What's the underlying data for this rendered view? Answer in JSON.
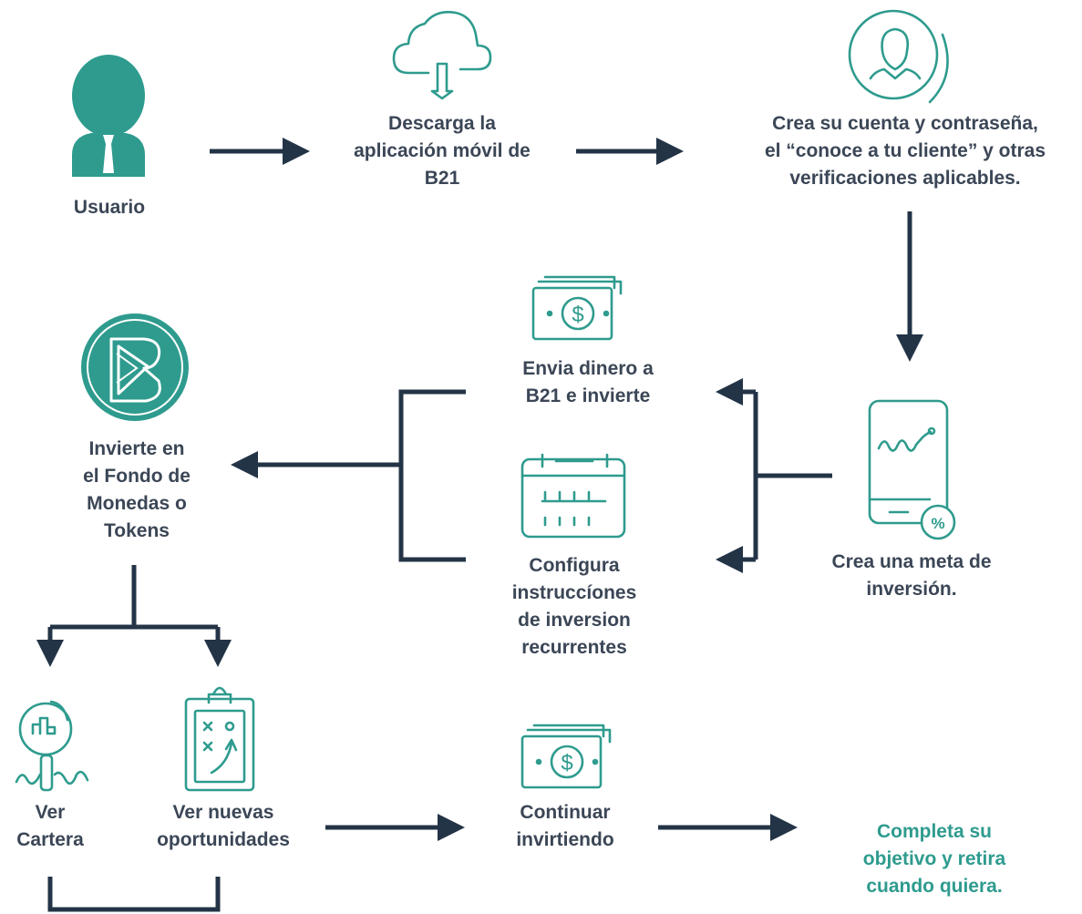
{
  "nodes": {
    "usuario": "Usuario",
    "descarga": "Descarga la\naplicación móvil de\nB21",
    "crea_cuenta": "Crea su cuenta y contraseña,\nel  “conoce a tu cliente” y otras\nverificaciones aplicables.",
    "meta": "Crea una meta de\ninversión.",
    "envia": "Envia dinero a\nB21 e invierte",
    "configura": "Configura\ninstruccíones\nde inversion\nrecurrentes",
    "invierte": "Invierte en\nel Fondo de\nMonedas o\nTokens",
    "ver_cartera": "Ver\nCartera",
    "ver_nuevas": "Ver nuevas\noportunidades",
    "continuar": "Continuar\ninvirtiendo",
    "completa": "Completa su\nobjetivo y retira\ncuando quiera."
  },
  "icons": {
    "usuario": "user-silhouette-icon",
    "descarga": "cloud-download-icon",
    "crea_cuenta": "user-profile-circle-icon",
    "meta": "mobile-chart-percent-icon",
    "envia": "banknote-dollar-icon",
    "configura": "calendar-icon",
    "invierte": "b21-logo-icon",
    "ver_cartera": "magnifier-chart-icon",
    "ver_nuevas": "clipboard-strategy-icon",
    "continuar": "banknote-dollar-icon"
  },
  "colors": {
    "accent": "#2e9b8e",
    "text": "#3b4656",
    "connector": "#243447"
  }
}
